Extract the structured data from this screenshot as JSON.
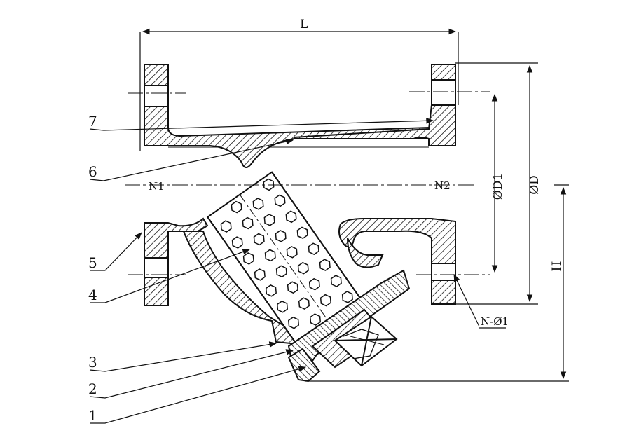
{
  "drawing": {
    "dimensions": {
      "length": "L",
      "height": "H",
      "outer_diameter": "ØD",
      "bolt_circle_diameter": "ØD1",
      "bolt_holes": "N-Ø1"
    },
    "nozzles": {
      "inlet": "N1",
      "outlet": "N2"
    },
    "callouts": [
      "7",
      "6",
      "5",
      "4",
      "3",
      "2",
      "1"
    ]
  }
}
